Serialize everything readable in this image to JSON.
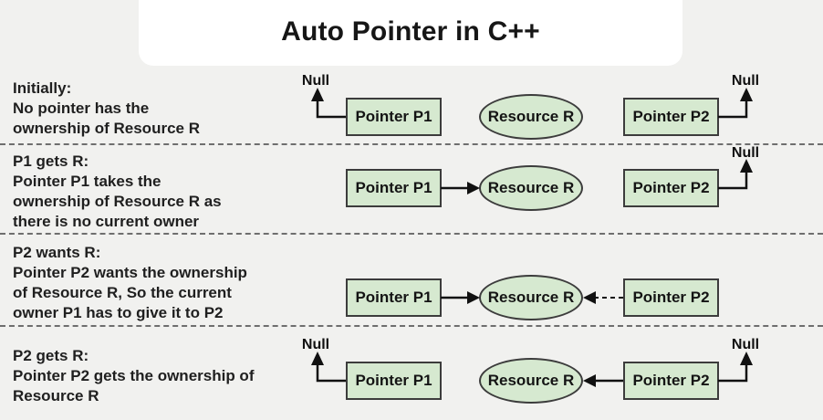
{
  "title": "Auto Pointer in C++",
  "labels": {
    "pointer_p1": "Pointer P1",
    "resource": "Resource R",
    "pointer_p2": "Pointer P2",
    "null_label": "Null"
  },
  "colors": {
    "background": "#f1f1ef",
    "title_panel": "#ffffff",
    "shape_fill": "#d6e9d0",
    "shape_border": "#3c3c3c",
    "arrow": "#111111",
    "separator": "#6e6e6e",
    "text": "#1f1f1f"
  },
  "rows": [
    {
      "name": "initially",
      "caption_lines": [
        "Initially:",
        "No pointer has the",
        "ownership of Resource R"
      ]
    },
    {
      "name": "p1-gets-r",
      "caption_lines": [
        "P1 gets R:",
        "Pointer P1 takes the",
        "ownership of Resource R as",
        "there is no current owner"
      ]
    },
    {
      "name": "p2-wants-r",
      "caption_lines": [
        "P2 wants R:",
        "Pointer P2 wants the ownership",
        "of Resource R, So the current",
        "owner P1 has to give it to P2"
      ]
    },
    {
      "name": "p2-gets-r",
      "caption_lines": [
        "P2 gets R:",
        "Pointer P2 gets the ownership of",
        "Resource R"
      ]
    }
  ]
}
